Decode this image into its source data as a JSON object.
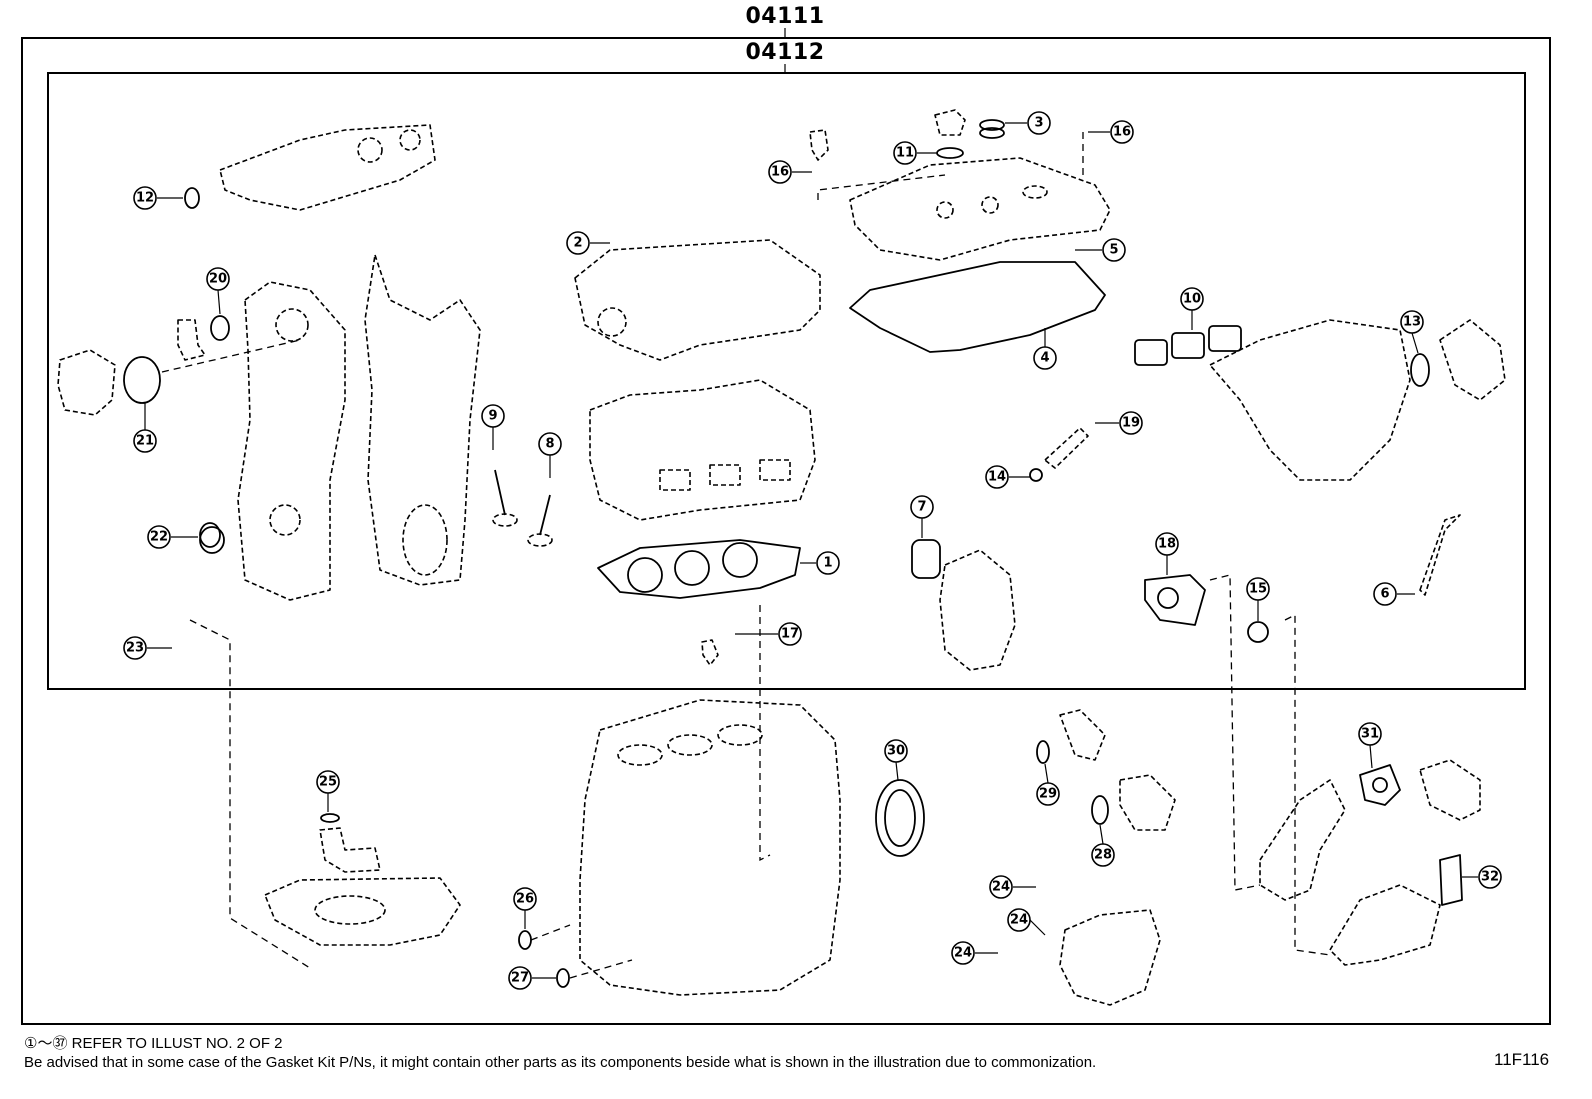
{
  "assembly_codes": {
    "outer": "04111",
    "inner": "04112"
  },
  "callouts": [
    "1",
    "2",
    "3",
    "4",
    "5",
    "6",
    "7",
    "8",
    "9",
    "10",
    "11",
    "12",
    "13",
    "14",
    "15",
    "16",
    "16",
    "17",
    "18",
    "19",
    "20",
    "21",
    "22",
    "23",
    "24",
    "24",
    "24",
    "25",
    "26",
    "27",
    "28",
    "29",
    "30",
    "31",
    "32"
  ],
  "footer": {
    "range_note": "①～㊲ REFER TO ILLUST NO. 2 OF 2",
    "advisory": "Be advised that in some case of the Gasket Kit P/Ns,  it might contain other parts as its components beside what is shown in the illustration due to commonization.",
    "illustration_id": "11F116"
  }
}
